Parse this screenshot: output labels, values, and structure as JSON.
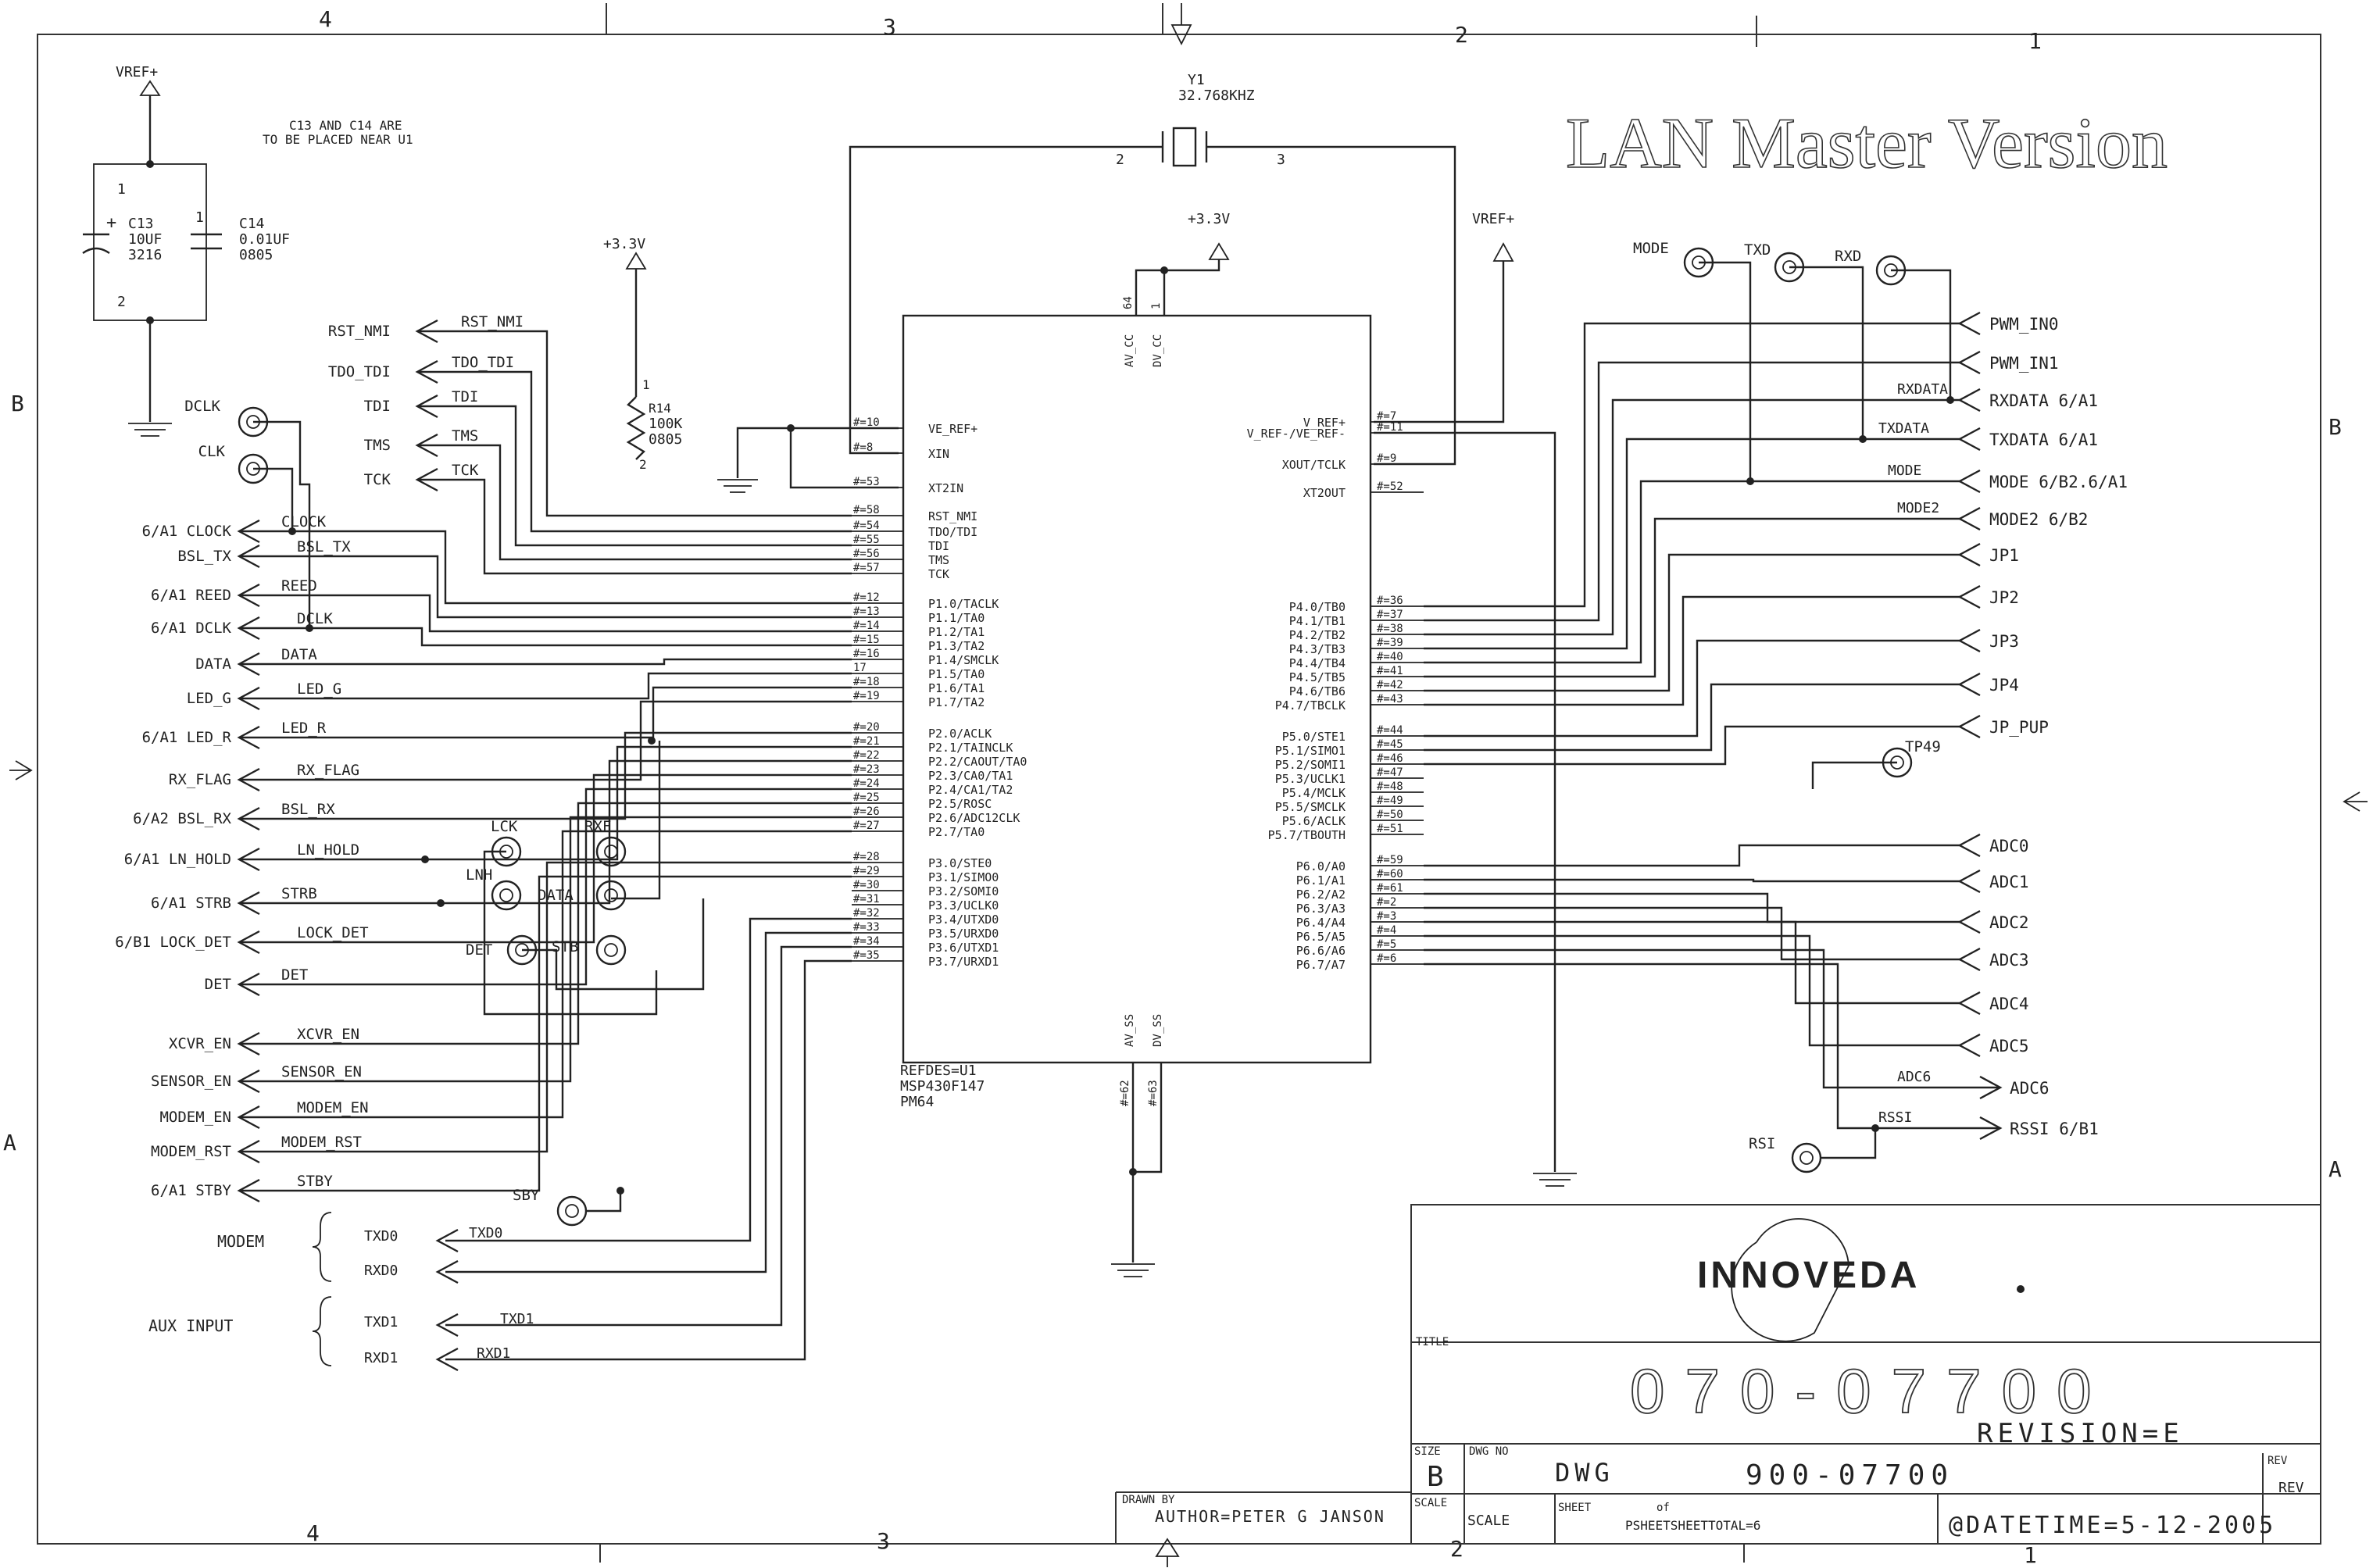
{
  "title": "LAN Master Version",
  "zones": {
    "top": [
      "4",
      "3",
      "2",
      "1"
    ],
    "bottom": [
      "4",
      "3",
      "2",
      "1"
    ],
    "left": [
      "B",
      "A"
    ],
    "right": [
      "B",
      "A"
    ]
  },
  "note": [
    "C13 AND C14 ARE",
    "TO BE PLACED NEAR U1"
  ],
  "power": {
    "vref_left": "VREF+",
    "vref_right": "VREF+",
    "v33_left": "+3.3V",
    "v33_mid": "+3.3V"
  },
  "crystal": {
    "ref": "Y1",
    "value": "32.768KHZ",
    "pin_a": "2",
    "pin_b": "3"
  },
  "c13": {
    "ref": "C13",
    "value": "10UF",
    "pkg": "3216",
    "plus": "+"
  },
  "c14": {
    "ref": "C14",
    "value": "0.01UF",
    "pkg": "0805"
  },
  "cap_pins": {
    "p1": "1",
    "p2": "2",
    "p1b": "1"
  },
  "r14": {
    "ref": "R14",
    "value": "100K",
    "pkg": "0805",
    "pin1": "1",
    "pin2": "2"
  },
  "u1": {
    "refdes": "REFDES=U1",
    "part": "MSP430F147",
    "pkg": "PM64",
    "top_pins": {
      "avcc": "AV_CC",
      "dvcc": "DV_CC",
      "n64": "64",
      "n1": "1"
    },
    "bottom_pins": {
      "avss": "AV_SS",
      "dvss": "DV_SS",
      "n62": "#=62",
      "n63": "#=63"
    },
    "left_pins": [
      {
        "name": "VE_REF+",
        "num": "#=10"
      },
      {
        "name": "XIN",
        "num": "#=8"
      },
      {
        "name": "XT2IN",
        "num": "#=53"
      },
      {
        "name": "RST_NMI",
        "num": "#=58"
      },
      {
        "name": "TDO/TDI",
        "num": "#=54"
      },
      {
        "name": "TDI",
        "num": "#=55"
      },
      {
        "name": "TMS",
        "num": "#=56"
      },
      {
        "name": "TCK",
        "num": "#=57"
      },
      {
        "name": "P1.0/TACLK",
        "num": "#=12"
      },
      {
        "name": "P1.1/TA0",
        "num": "#=13"
      },
      {
        "name": "P1.2/TA1",
        "num": "#=14"
      },
      {
        "name": "P1.3/TA2",
        "num": "#=15"
      },
      {
        "name": "P1.4/SMCLK",
        "num": "#=16"
      },
      {
        "name": "P1.5/TA0",
        "num": "17"
      },
      {
        "name": "P1.6/TA1",
        "num": "#=18"
      },
      {
        "name": "P1.7/TA2",
        "num": "#=19"
      },
      {
        "name": "P2.0/ACLK",
        "num": "#=20"
      },
      {
        "name": "P2.1/TAINCLK",
        "num": "#=21"
      },
      {
        "name": "P2.2/CAOUT/TA0",
        "num": "#=22"
      },
      {
        "name": "P2.3/CA0/TA1",
        "num": "#=23"
      },
      {
        "name": "P2.4/CA1/TA2",
        "num": "#=24"
      },
      {
        "name": "P2.5/ROSC",
        "num": "#=25"
      },
      {
        "name": "P2.6/ADC12CLK",
        "num": "#=26"
      },
      {
        "name": "P2.7/TA0",
        "num": "#=27"
      },
      {
        "name": "P3.0/STE0",
        "num": "#=28"
      },
      {
        "name": "P3.1/SIMO0",
        "num": "#=29"
      },
      {
        "name": "P3.2/SOMI0",
        "num": "#=30"
      },
      {
        "name": "P3.3/UCLK0",
        "num": "#=31"
      },
      {
        "name": "P3.4/UTXD0",
        "num": "#=32"
      },
      {
        "name": "P3.5/URXD0",
        "num": "#=33"
      },
      {
        "name": "P3.6/UTXD1",
        "num": "#=34"
      },
      {
        "name": "P3.7/URXD1",
        "num": "#=35"
      }
    ],
    "right_pins": [
      {
        "name": "V_REF+",
        "num": "#=7"
      },
      {
        "name": "V_REF-/VE_REF-",
        "num": "#=11"
      },
      {
        "name": "XOUT/TCLK",
        "num": "#=9"
      },
      {
        "name": "XT2OUT",
        "num": "#=52"
      },
      {
        "name": "P4.0/TB0",
        "num": "#=36"
      },
      {
        "name": "P4.1/TB1",
        "num": "#=37"
      },
      {
        "name": "P4.2/TB2",
        "num": "#=38"
      },
      {
        "name": "P4.3/TB3",
        "num": "#=39"
      },
      {
        "name": "P4.4/TB4",
        "num": "#=40"
      },
      {
        "name": "P4.5/TB5",
        "num": "#=41"
      },
      {
        "name": "P4.6/TB6",
        "num": "#=42"
      },
      {
        "name": "P4.7/TBCLK",
        "num": "#=43"
      },
      {
        "name": "P5.0/STE1",
        "num": "#=44"
      },
      {
        "name": "P5.1/SIMO1",
        "num": "#=45"
      },
      {
        "name": "P5.2/SOMI1",
        "num": "#=46"
      },
      {
        "name": "P5.3/UCLK1",
        "num": "#=47"
      },
      {
        "name": "P5.4/MCLK",
        "num": "#=48"
      },
      {
        "name": "P5.5/SMCLK",
        "num": "#=49"
      },
      {
        "name": "P5.6/ACLK",
        "num": "#=50"
      },
      {
        "name": "P5.7/TBOUTH",
        "num": "#=51"
      },
      {
        "name": "P6.0/A0",
        "num": "#=59"
      },
      {
        "name": "P6.1/A1",
        "num": "#=60"
      },
      {
        "name": "P6.2/A2",
        "num": "#=61"
      },
      {
        "name": "P6.3/A3",
        "num": "#=2"
      },
      {
        "name": "P6.4/A4",
        "num": "#=3"
      },
      {
        "name": "P6.5/A5",
        "num": "#=4"
      },
      {
        "name": "P6.6/A6",
        "num": "#=5"
      },
      {
        "name": "P6.7/A7",
        "num": "#=6"
      }
    ]
  },
  "jtag_ports": [
    {
      "port": "RST_NMI",
      "net": "RST_NMI"
    },
    {
      "port": "TDO_TDI",
      "net": "TDO_TDI"
    },
    {
      "port": "TDI",
      "net": "TDI"
    },
    {
      "port": "TMS",
      "net": "TMS"
    },
    {
      "port": "TCK",
      "net": "TCK"
    }
  ],
  "left_ports": [
    {
      "port": "6/A1 CLOCK",
      "net": "CLOCK"
    },
    {
      "port": "BSL_TX",
      "net": "BSL_TX"
    },
    {
      "port": "6/A1 REED",
      "net": "REED"
    },
    {
      "port": "6/A1 DCLK",
      "net": "DCLK"
    },
    {
      "port": "DATA",
      "net": "DATA"
    },
    {
      "port": "LED_G",
      "net": "LED_G"
    },
    {
      "port": "6/A1 LED_R",
      "net": "LED_R"
    },
    {
      "port": "RX_FLAG",
      "net": "RX_FLAG"
    },
    {
      "port": "6/A2 BSL_RX",
      "net": "BSL_RX"
    },
    {
      "port": "6/A1 LN_HOLD",
      "net": "LN_HOLD"
    },
    {
      "port": "6/A1 STRB",
      "net": "STRB"
    },
    {
      "port": "6/B1 LOCK_DET",
      "net": "LOCK_DET"
    },
    {
      "port": "DET",
      "net": "DET"
    },
    {
      "port": "XCVR_EN",
      "net": "XCVR_EN"
    },
    {
      "port": "SENSOR_EN",
      "net": "SENSOR_EN"
    },
    {
      "port": "MODEM_EN",
      "net": "MODEM_EN"
    },
    {
      "port": "MODEM_RST",
      "net": "MODEM_RST"
    },
    {
      "port": "6/A1 STBY",
      "net": "STBY"
    }
  ],
  "groups": {
    "modem": {
      "label": "MODEM",
      "txd_port": "TXD0",
      "txd_net": "TXD0",
      "rxd_port": "RXD0"
    },
    "aux": {
      "label": "AUX INPUT",
      "txd_port": "TXD1",
      "txd_net": "TXD1",
      "rxd_port": "RXD1",
      "rxd_net": "RXD1"
    }
  },
  "testpoints": {
    "dclk": "DCLK",
    "clk": "CLK",
    "lck": "LCK",
    "rxf": "RXF",
    "lnh": "LNH",
    "data": "DATA",
    "det": "DET",
    "stb": "STB",
    "sby": "SBY",
    "mode": "MODE",
    "txd": "TXD",
    "rxd": "RXD",
    "tp49": "TP49",
    "rsi": "RSI"
  },
  "right_ports": [
    {
      "port": "PWM_IN0"
    },
    {
      "port": "PWM_IN1"
    },
    {
      "port": "RXDATA 6/A1",
      "net": "RXDATA"
    },
    {
      "port": "TXDATA 6/A1",
      "net": "TXDATA"
    },
    {
      "port": "MODE 6/B2.6/A1",
      "net": "MODE"
    },
    {
      "port": "MODE2 6/B2",
      "net": "MODE2"
    },
    {
      "port": "JP1"
    },
    {
      "port": "JP2"
    },
    {
      "port": "JP3"
    },
    {
      "port": "JP4"
    },
    {
      "port": "JP_PUP"
    },
    {
      "port": "ADC0"
    },
    {
      "port": "ADC1"
    },
    {
      "port": "ADC2"
    },
    {
      "port": "ADC3"
    },
    {
      "port": "ADC4"
    },
    {
      "port": "ADC5"
    },
    {
      "port": "ADC6",
      "net": "ADC6"
    },
    {
      "port": "RSSI 6/B1",
      "net": "RSSI"
    }
  ],
  "title_block": {
    "company": "INNOVEDA",
    "title_label": "TITLE",
    "number": "070-07700",
    "revision": "REVISION=E",
    "size_label": "SIZE",
    "size": "B",
    "dwgno_label": "DWG NO",
    "dwg_prefix": "DWG",
    "dwg": "900-07700",
    "rev_label": "REV",
    "rev": "REV",
    "drawn_label": "DRAWN BY",
    "author": "AUTHOR=PETER G  JANSON",
    "scale_label": "SCALE",
    "scale": "SCALE",
    "sheet_label": "SHEET",
    "of_label": "of",
    "sheet": "PSHEETSHEETTOTAL=6",
    "date": "@DATETIME=5-12-2005"
  }
}
